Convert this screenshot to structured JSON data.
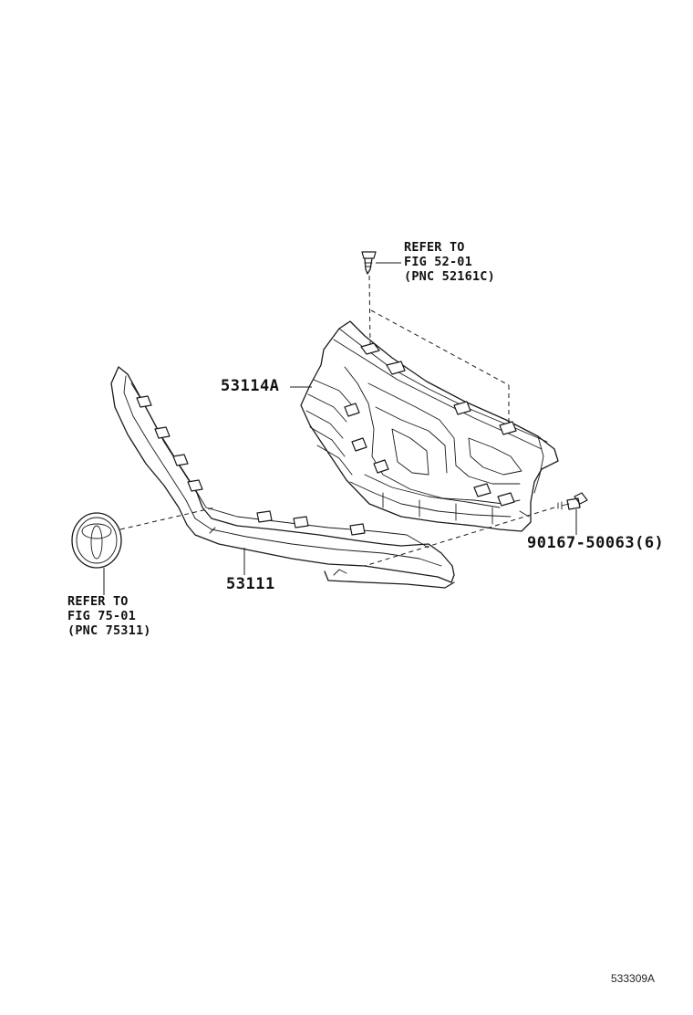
{
  "refer_top": {
    "line1": "REFER TO",
    "line2": "FIG 52-01",
    "line3": "(PNC 52161C)"
  },
  "refer_left": {
    "line1": "REFER TO",
    "line2": "FIG 75-01",
    "line3": "(PNC 75311)"
  },
  "parts": {
    "retainer": "53114A",
    "grille": "53111",
    "screw": "90167-50063(6)"
  },
  "figure_id": "533309A"
}
